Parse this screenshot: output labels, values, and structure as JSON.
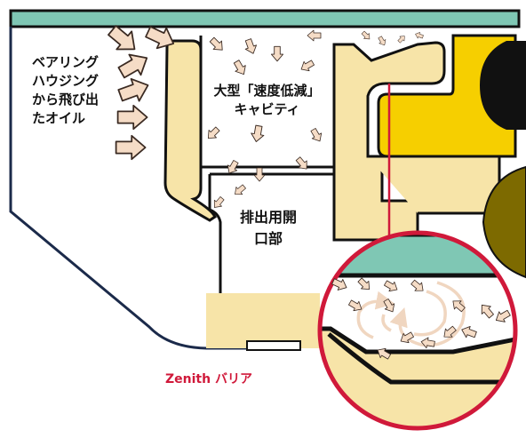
{
  "labels": {
    "oil_line1": "ベアリング",
    "oil_line2": "ハウジング",
    "oil_line3": "から飛び出",
    "oil_line4": "たオイル",
    "cavity_line1": "大型「速度低減」",
    "cavity_line2": "キャビティ",
    "opening_line1": "排出用開",
    "opening_line2": "口部",
    "barrier": "Zenith バリア"
  },
  "colors": {
    "teal": "#7fc7b4",
    "sand": "#f7e4a8",
    "gold": "#f6cf00",
    "olive": "#7d6a00",
    "black": "#111111",
    "navy": "#1b2a4a",
    "red": "#d0193a",
    "arrow_fill": "#f5dcc6",
    "arrow_stroke": "#3a2a22"
  }
}
